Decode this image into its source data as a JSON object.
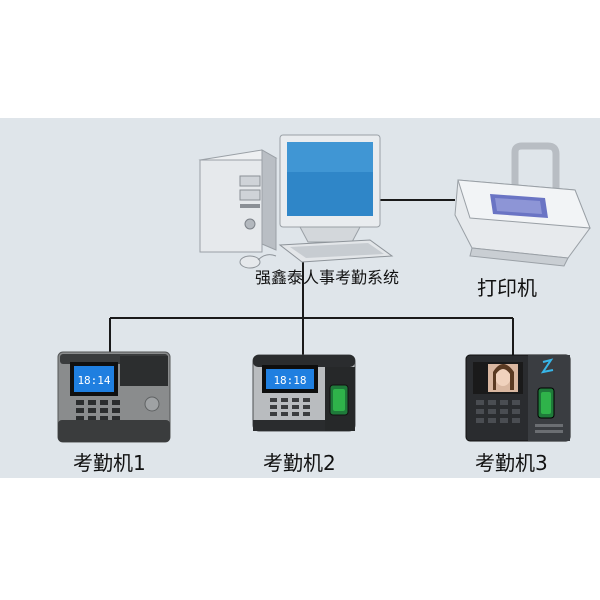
{
  "labels": {
    "system": "强鑫泰人事考勤系统",
    "printer": "打印机",
    "device1": "考勤机1",
    "device2": "考勤机2",
    "device3": "考勤机3"
  },
  "screens": {
    "device1_time": "18:14",
    "device2_time": "18:18"
  },
  "colors": {
    "band": "#dfe5ea",
    "line": "#1a1a1a",
    "monitor_screen": "#2f86c8",
    "lcd": "#1f7fe0",
    "fingerprint": "#2fb34a"
  }
}
